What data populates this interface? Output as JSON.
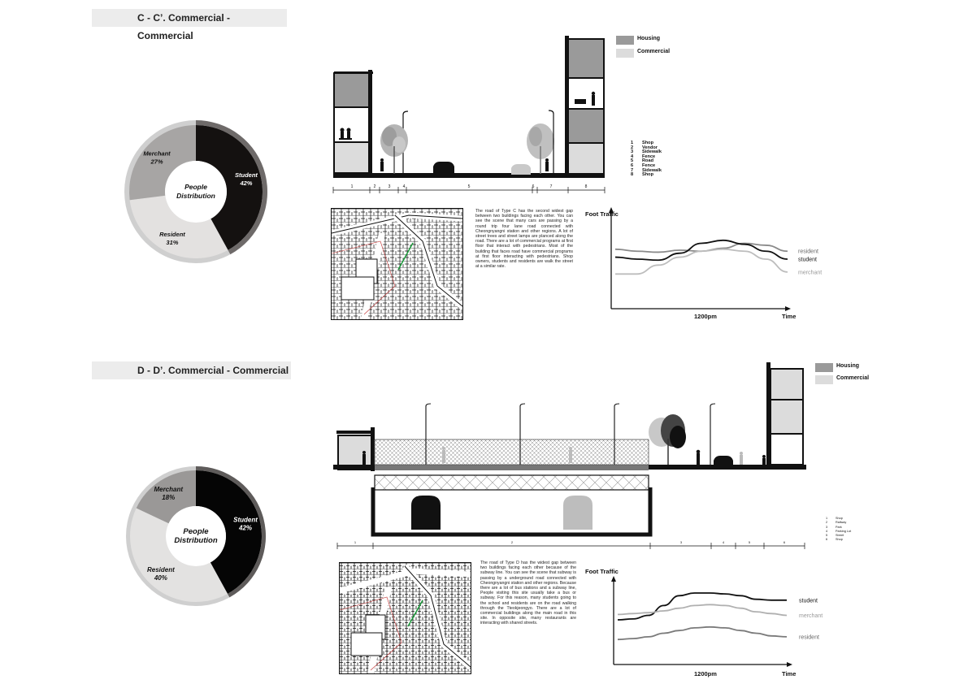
{
  "sections": [
    {
      "title": "C - C’. Commercial - Commercial",
      "donut": {
        "center_label": [
          "People",
          "Distribution"
        ],
        "slices": [
          {
            "name": "Student",
            "percent": "42%",
            "value": 42,
            "color": "#141110"
          },
          {
            "name": "Resident",
            "percent": "31%",
            "value": 31,
            "color": "#e3e1e0"
          },
          {
            "name": "Merchant",
            "percent": "27%",
            "value": 27,
            "color": "#a7a5a4"
          }
        ]
      },
      "legend": [
        {
          "label": "Housing",
          "color": "#9a9a9a"
        },
        {
          "label": "Commercial",
          "color": "#dcdcdc"
        }
      ],
      "numbered_list": [
        {
          "n": "1",
          "label": "Shop"
        },
        {
          "n": "2",
          "label": "Vendor"
        },
        {
          "n": "3",
          "label": "Sidewalk"
        },
        {
          "n": "4",
          "label": "Fence"
        },
        {
          "n": "5",
          "label": "Road"
        },
        {
          "n": "6",
          "label": "Fence"
        },
        {
          "n": "7",
          "label": "Sidewalk"
        },
        {
          "n": "8",
          "label": "Shop"
        }
      ],
      "dimension_labels": [
        "1",
        "2",
        "3",
        "4",
        "5",
        "6",
        "7",
        "8"
      ],
      "description": "The road of Type C has the second widest gap between two buildings facing each other. You can see the scene that many cars are passing by a round trip four lane road connected with Cheongnyangni station and other regions. A lot of street trees and street lamps are planced along the road. There are a lot of commercial programs at first floor that interact with pedestrians. Most of the building that faces road have commercial programs at first floor interacting with pedestrians. Shop owners, students and residents are walk the street at a similar rate.",
      "chart_data": {
        "type": "line",
        "ylabel": "Foot Traffic",
        "xlabel": "Time",
        "x_tick": "1200pm",
        "x": [
          0,
          1,
          2,
          3,
          4,
          5,
          6,
          7,
          8
        ],
        "series": [
          {
            "name": "resident",
            "values": [
              60,
              58,
              57,
              59,
              58,
              61,
              66,
              64,
              58
            ],
            "color": "#8a8a8a",
            "label_color": "#666666"
          },
          {
            "name": "student",
            "values": [
              52,
              50,
              49,
              56,
              66,
              69,
              65,
              58,
              50
            ],
            "color": "#111111",
            "label_color": "#111111"
          },
          {
            "name": "merchant",
            "values": [
              35,
              35,
              44,
              52,
              58,
              60,
              58,
              50,
              37
            ],
            "color": "#bdbdbd",
            "label_color": "#999999"
          }
        ],
        "ylim": [
          0,
          100
        ]
      }
    },
    {
      "title": "D - D’. Commercial - Commercial",
      "donut": {
        "center_label": [
          "People",
          "Distribution"
        ],
        "slices": [
          {
            "name": "Student",
            "percent": "42%",
            "value": 42,
            "color": "#050505"
          },
          {
            "name": "Resident",
            "percent": "40%",
            "value": 40,
            "color": "#e3e2e1"
          },
          {
            "name": "Merchant",
            "percent": "18%",
            "value": 18,
            "color": "#9a9897"
          }
        ]
      },
      "legend": [
        {
          "label": "Housing",
          "color": "#9a9a9a"
        },
        {
          "label": "Commercial",
          "color": "#dcdcdc"
        }
      ],
      "numbered_list": [
        {
          "n": "1",
          "label": "Shop"
        },
        {
          "n": "2",
          "label": "Railway"
        },
        {
          "n": "3",
          "label": "Park"
        },
        {
          "n": "4",
          "label": "Parking Lot"
        },
        {
          "n": "5",
          "label": "Street"
        },
        {
          "n": "6",
          "label": "Shop"
        }
      ],
      "dimension_labels": [
        "1",
        "2",
        "3",
        "4",
        "5",
        "6"
      ],
      "description": "The road of Type D has the widest gap between two buildings facing each other because of the subway line. You can see the scene that subway is passing by a underground road connected with Cheongnyangni station and other regions. Because there are a lot of bus stations and a subway line, People visiting this site usually take a bus or subway. For this reason, many students going to the school and residents are on the road walking through the Tteokjeongyo. There are a lot of commercial buildings along the main road in this site. In opposite site, many restaurants are interacting with shared streets.",
      "chart_data": {
        "type": "line",
        "ylabel": "Foot Traffic",
        "xlabel": "Time",
        "x_tick": "1200pm",
        "x": [
          0,
          1,
          2,
          3,
          4,
          5,
          6,
          7,
          8,
          9,
          10,
          11
        ],
        "series": [
          {
            "name": "student",
            "values": [
              50,
              51,
              55,
              66,
              77,
              80,
              80,
              79,
              77,
              73,
              72,
              72
            ],
            "color": "#111111",
            "label_color": "#111111"
          },
          {
            "name": "merchant",
            "values": [
              56,
              57,
              58,
              60,
              63,
              66,
              67,
              66,
              63,
              59,
              57,
              55
            ],
            "color": "#b0b0b0",
            "label_color": "#999999"
          },
          {
            "name": "resident",
            "values": [
              28,
              29,
              31,
              35,
              38,
              41,
              42,
              41,
              38,
              35,
              32,
              31
            ],
            "color": "#7a7a7a",
            "label_color": "#666666"
          }
        ],
        "ylim": [
          0,
          100
        ]
      }
    }
  ]
}
